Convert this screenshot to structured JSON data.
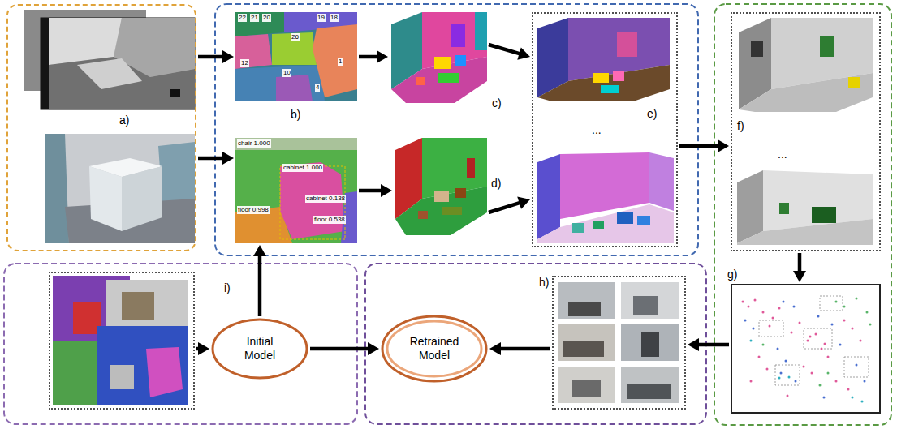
{
  "diagram": {
    "nodes": [
      {
        "text": [
          "a)"
        ]
      },
      {
        "text": [
          "22",
          "21",
          "20",
          "19",
          "18",
          "26",
          "12",
          "10",
          "4",
          "1"
        ]
      },
      {
        "text": [
          "chair 1.000",
          "cabinet 1.000",
          "floor 0.998",
          "cabinet 0.138",
          "floor 0.538"
        ]
      },
      {
        "text": [
          "c)"
        ]
      },
      {
        "text": [
          "d)"
        ]
      },
      {
        "text": [
          "e)",
          "..."
        ]
      },
      {
        "text": [
          "f)",
          "..."
        ]
      },
      {
        "text": [
          "g)"
        ]
      },
      {
        "text": [
          "i)"
        ]
      },
      {
        "text": [
          "Initial Model"
        ]
      },
      {
        "text": [
          "Retrained Model"
        ]
      },
      {
        "text": [
          "h)"
        ]
      }
    ],
    "edges": [
      {
        "from": 0,
        "to": 1,
        "arrow": "to"
      },
      {
        "from": 0,
        "to": 2,
        "arrow": "to"
      },
      {
        "from": 1,
        "to": 3,
        "arrow": "to"
      },
      {
        "from": 2,
        "to": 4,
        "arrow": "to"
      },
      {
        "from": 3,
        "to": 5,
        "arrow": "to"
      },
      {
        "from": 4,
        "to": 5,
        "arrow": "to"
      },
      {
        "from": 5,
        "to": 6,
        "arrow": "to"
      },
      {
        "from": 6,
        "to": 7,
        "arrow": "to"
      },
      {
        "from": 7,
        "to": 11,
        "arrow": "to"
      },
      {
        "from": 11,
        "to": 10,
        "arrow": "to"
      },
      {
        "from": 8,
        "to": 9,
        "arrow": "to"
      },
      {
        "from": 9,
        "to": 10,
        "arrow": "to"
      },
      {
        "from": 9,
        "to": 2,
        "arrow": "to"
      }
    ],
    "labels": [
      "b)"
    ]
  }
}
